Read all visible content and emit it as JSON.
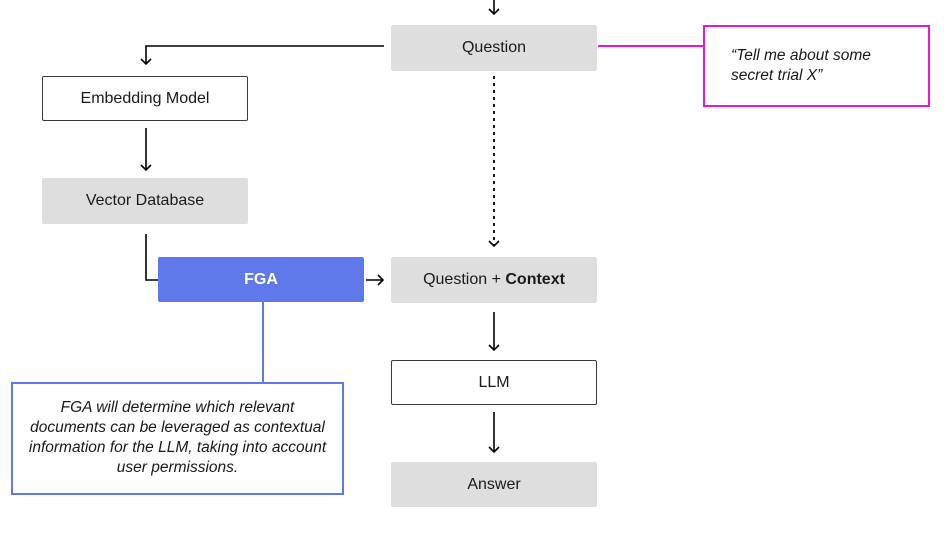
{
  "nodes": {
    "question": "Question",
    "embedding_model": "Embedding Model",
    "vector_database": "Vector Database",
    "fga": "FGA",
    "question_context_prefix": "Question + ",
    "question_context_bold": "Context",
    "llm": "LLM",
    "answer": "Answer"
  },
  "notes": {
    "question_example": "“Tell me about some secret trial X”",
    "fga_explanation": "FGA will determine which relevant documents can be leveraged as contextual information for the LLM, taking into account user permissions."
  },
  "colors": {
    "filled_box": "#dedede",
    "fga_accent": "#6079ea",
    "question_note_border": "#e21ad8",
    "line": "#000000"
  }
}
